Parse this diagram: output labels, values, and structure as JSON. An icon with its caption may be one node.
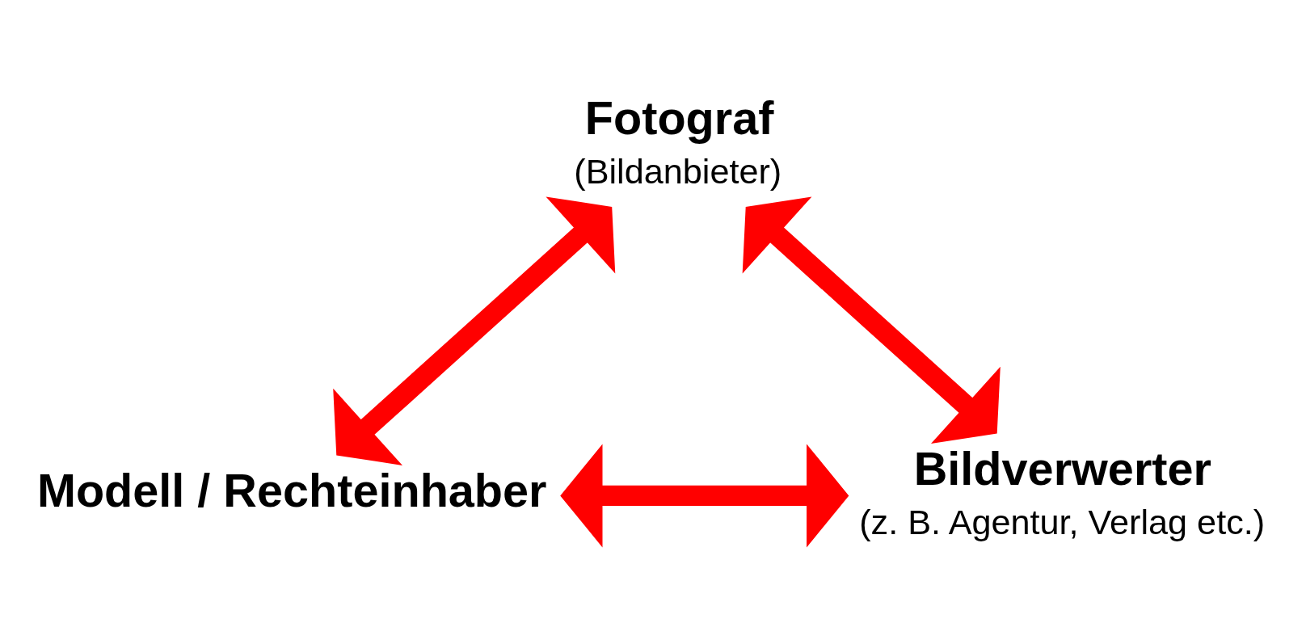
{
  "diagram": {
    "nodes": [
      {
        "text": [
          "Fotograf",
          "(Bildanbieter)"
        ]
      },
      {
        "text": [
          "Modell / Rechteinhaber"
        ]
      },
      {
        "text": [
          "Bildverwerter",
          "(z. B. Agentur, Verlag etc.)"
        ]
      }
    ],
    "edges": [
      {
        "from": 0,
        "to": 1,
        "arrow": "both"
      },
      {
        "from": 0,
        "to": 2,
        "arrow": "both"
      },
      {
        "from": 1,
        "to": 2,
        "arrow": "both"
      }
    ]
  }
}
